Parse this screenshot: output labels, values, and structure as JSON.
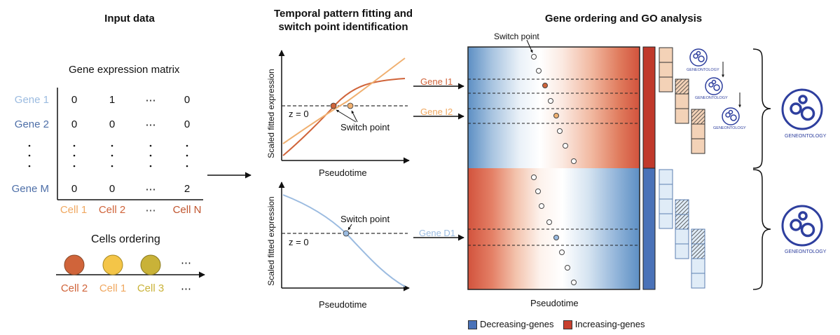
{
  "sections": {
    "input_title": "Input data",
    "temporal_title_line1": "Temporal pattern fitting and",
    "temporal_title_line2": "switch point identification",
    "ordering_title": "Gene ordering and GO analysis"
  },
  "matrix": {
    "title": "Gene expression matrix",
    "rows": [
      {
        "label": "Gene 1",
        "color": "#9bbbe0",
        "values": [
          "0",
          "1",
          "⋯",
          "0"
        ]
      },
      {
        "label": "Gene 2",
        "color": "#4e6fa8",
        "values": [
          "0",
          "0",
          "⋯",
          "0"
        ]
      },
      {
        "label": "Gene M",
        "color": "#4e6fa8",
        "values": [
          "0",
          "0",
          "⋯",
          "2"
        ]
      }
    ],
    "columns": [
      {
        "label": "Cell 1",
        "color": "#f0a860"
      },
      {
        "label": "Cell 2",
        "color": "#d0643a"
      },
      {
        "label": "⋯",
        "color": "#333333"
      },
      {
        "label": "Cell N",
        "color": "#c0552e"
      }
    ]
  },
  "cells_ordering": {
    "title": "Cells ordering",
    "cells": [
      {
        "label": "Cell 2",
        "color": "#d0643a",
        "text_color": "#d0643a"
      },
      {
        "label": "Cell 1",
        "color": "#f4c548",
        "text_color": "#f0a860"
      },
      {
        "label": "Cell 3",
        "color": "#c9b238",
        "text_color": "#c9b238"
      }
    ],
    "ellipsis": "⋯"
  },
  "top_plot": {
    "ylabel": "Scaled fitted expression",
    "xlabel": "Pseudotime",
    "zlabel": "z = 0",
    "switch_label": "Switch point"
  },
  "bottom_plot": {
    "ylabel": "Scaled fitted expression",
    "xlabel": "Pseudotime",
    "zlabel": "z = 0",
    "switch_label": "Switch point"
  },
  "gene_labels": {
    "i1": "Gene I1",
    "i2": "Gene I2",
    "d1": "Gene D1"
  },
  "heatmap": {
    "switch_label": "Switch point",
    "xlabel": "Pseudotime"
  },
  "go": {
    "label": "GENEONTOLOGY"
  },
  "legend": [
    {
      "label": "Decreasing-genes",
      "color": "#4a72b8"
    },
    {
      "label": "Increasing-genes",
      "color": "#c8402e"
    }
  ],
  "colors": {
    "increase_dark": "#d0643a",
    "increase_light": "#f0b070",
    "decrease": "#9bbbe0",
    "red": "#c0392b",
    "blue": "#4a72b8"
  }
}
